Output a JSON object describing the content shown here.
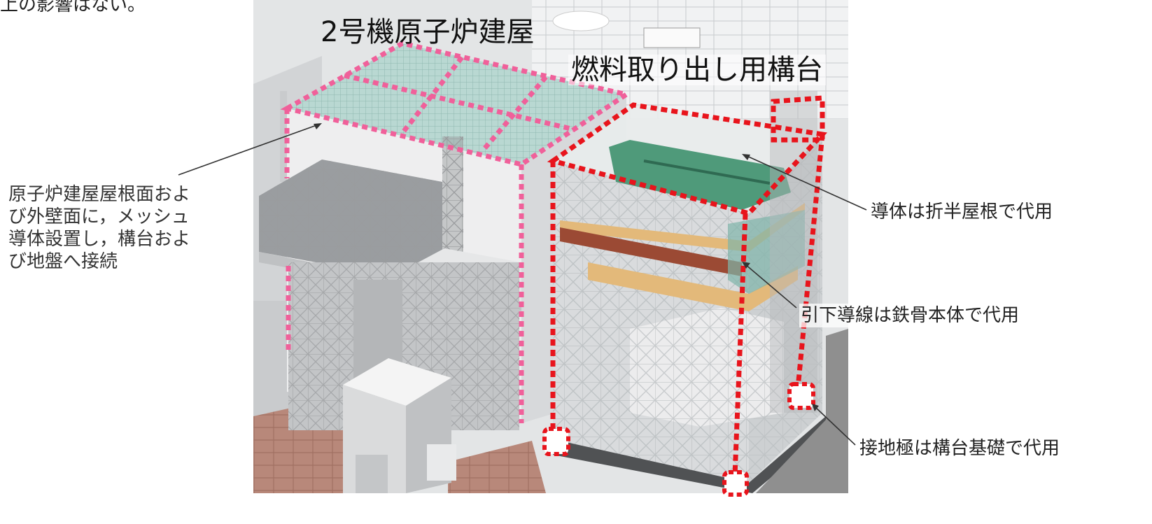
{
  "top_note": "上の影響はない。",
  "building_title": "2号機原子炉建屋",
  "platform_title": "燃料取り出し用構台",
  "left_description": [
    "原子炉建屋屋根面およ",
    "び外壁面に，メッシュ",
    "導体設置し，構台およ",
    "び地盤へ接続"
  ],
  "callouts": {
    "conductor": "導体は折半屋根で代用",
    "down_lead": "引下導線は鉄骨本体で代用",
    "ground_electrode": "接地極は構台基礎で代用"
  },
  "colors": {
    "pink_outline": "#f0609a",
    "red_outline": "#e8141c",
    "roof_teal": "#b9d8d2",
    "green_roof": "#4f9a7a",
    "beam_orange": "#e3b97a",
    "rust_beam": "#9b4a34",
    "brick_ground": "#b8887a"
  }
}
